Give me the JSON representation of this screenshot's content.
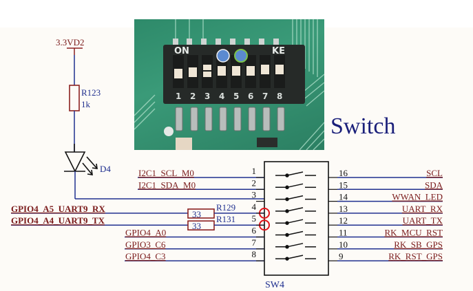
{
  "colors": {
    "wire": "#1f2f8f",
    "label_red": "#7a1a1a",
    "component": "#8b2020",
    "blue_text": "#1f2f8f",
    "black": "#111111",
    "highlight_circle": "#e0141a",
    "pcb_green": "#2f8a6b",
    "marker_blue": "#5b8ad0"
  },
  "power": {
    "label": "3.3VD2"
  },
  "resistor_r123": {
    "ref": "R123",
    "value": "1k"
  },
  "led": {
    "ref": "D4"
  },
  "photo": {
    "on_label": "ON",
    "ke_label": "KE",
    "switch_numbers": [
      "1",
      "2",
      "3",
      "4",
      "5",
      "6",
      "7",
      "8"
    ],
    "markers": [
      "switch-4-marker",
      "switch-5-marker"
    ]
  },
  "title": "Switch",
  "switch": {
    "ref": "SW4",
    "left_pins": [
      {
        "pin": "1",
        "net": "I2C1_SCL_M0"
      },
      {
        "pin": "2",
        "net": "I2C1_SDA_M0"
      },
      {
        "pin": "3",
        "net": ""
      },
      {
        "pin": "4",
        "net": "GPIO4_A5_UART9_RX",
        "resistor_ref": "R129",
        "resistor_value": "33",
        "highlighted": true
      },
      {
        "pin": "5",
        "net": "GPIO4_A4_UART9_TX",
        "resistor_ref": "R131",
        "resistor_value": "33",
        "highlighted": true
      },
      {
        "pin": "6",
        "net": "GPIO4_A0"
      },
      {
        "pin": "7",
        "net": "GPIO3_C6"
      },
      {
        "pin": "8",
        "net": "GPIO4_C3"
      }
    ],
    "right_pins": [
      {
        "pin": "16",
        "net": "SCL"
      },
      {
        "pin": "15",
        "net": "SDA"
      },
      {
        "pin": "14",
        "net": "WWAN_LED"
      },
      {
        "pin": "13",
        "net": "UART_RX"
      },
      {
        "pin": "12",
        "net": "UART_TX"
      },
      {
        "pin": "11",
        "net": "RK_MCU_RST"
      },
      {
        "pin": "10",
        "net": "RK_SB_GPS"
      },
      {
        "pin": "9",
        "net": "RK_RST_GPS"
      }
    ]
  }
}
